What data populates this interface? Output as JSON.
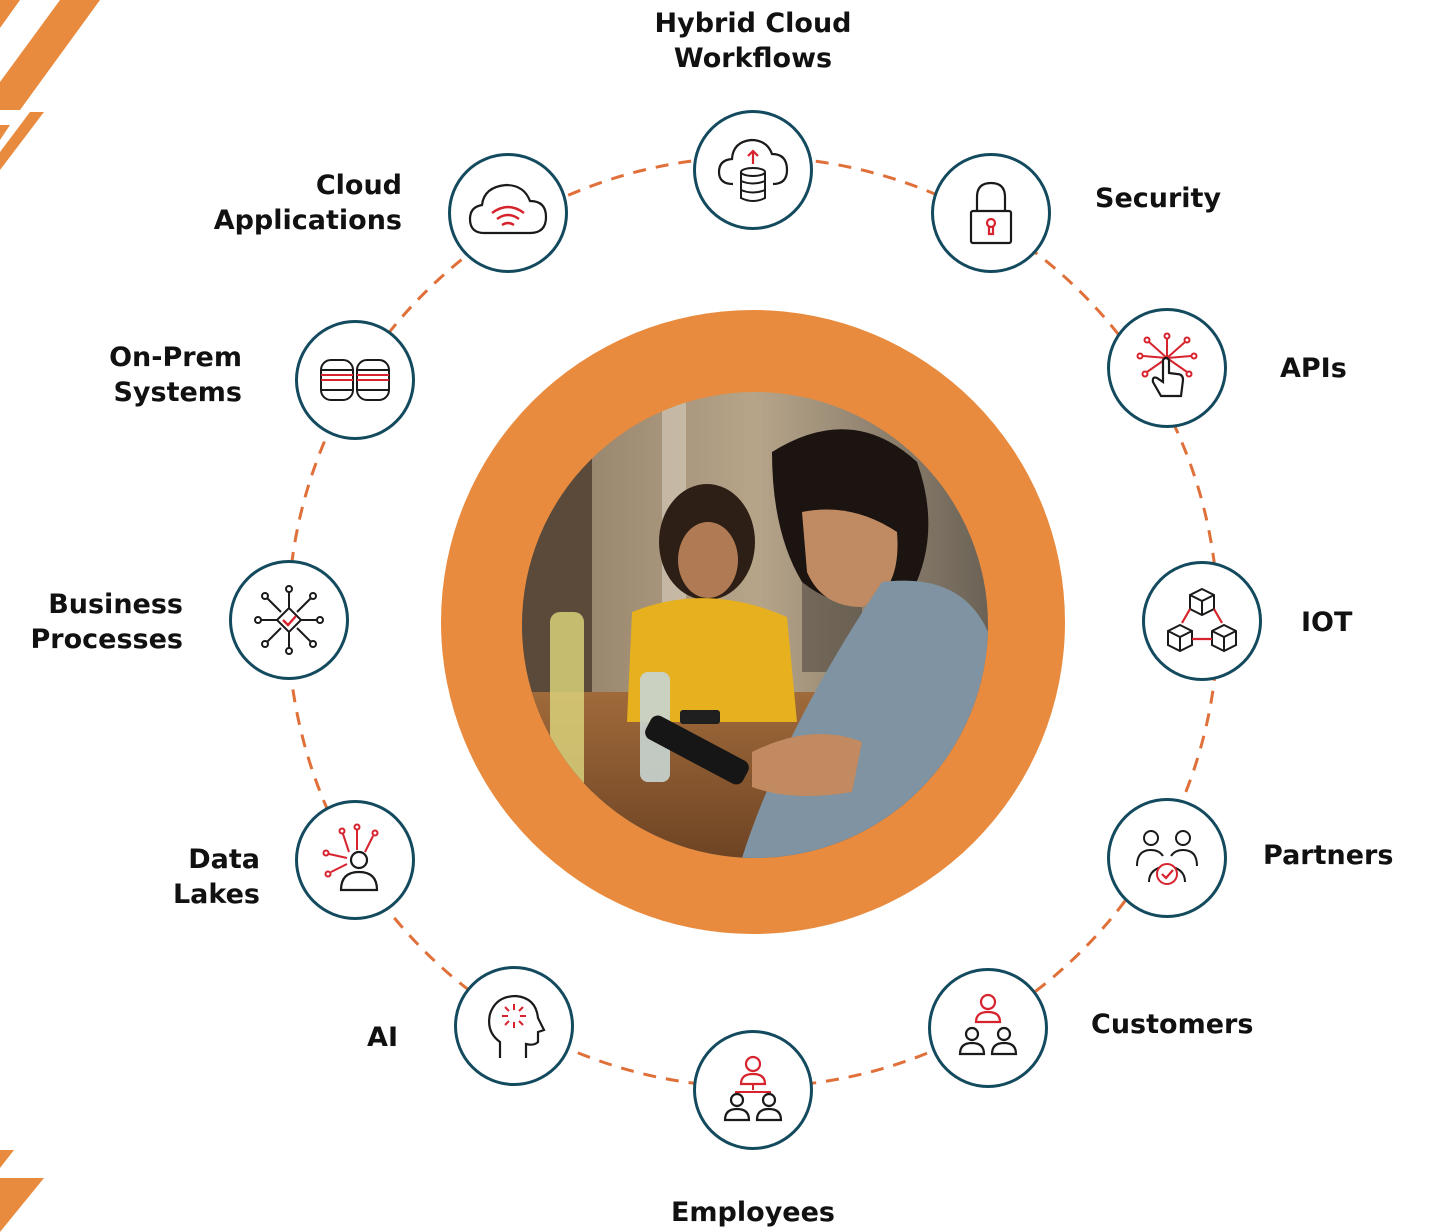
{
  "nodes": [
    {
      "id": "hybrid-cloud-workflows",
      "label": "Hybrid Cloud\nWorkflows",
      "icon": "cloud-database-icon"
    },
    {
      "id": "security",
      "label": "Security",
      "icon": "padlock-icon"
    },
    {
      "id": "apis",
      "label": "APIs",
      "icon": "touch-network-icon"
    },
    {
      "id": "iot",
      "label": "IOT",
      "icon": "connected-cubes-icon"
    },
    {
      "id": "partners",
      "label": "Partners",
      "icon": "people-check-icon"
    },
    {
      "id": "customers",
      "label": "Customers",
      "icon": "people-hierarchy-icon"
    },
    {
      "id": "employees",
      "label": "Employees",
      "icon": "team-hierarchy-icon"
    },
    {
      "id": "ai",
      "label": "AI",
      "icon": "head-brain-icon"
    },
    {
      "id": "data-lakes",
      "label": "Data\nLakes",
      "icon": "person-data-icon"
    },
    {
      "id": "business-processes",
      "label": "Business\nProcesses",
      "icon": "process-hub-icon"
    },
    {
      "id": "on-prem-systems",
      "label": "On-Prem\nSystems",
      "icon": "servers-icon"
    },
    {
      "id": "cloud-applications",
      "label": "Cloud\nApplications",
      "icon": "cloud-wifi-icon"
    }
  ],
  "colors": {
    "accent_orange": "#e98b3e",
    "node_border": "#134a5e",
    "icon_red": "#d6232d",
    "icon_dark": "#1a1a1a",
    "dash_line": "#e0703a"
  }
}
